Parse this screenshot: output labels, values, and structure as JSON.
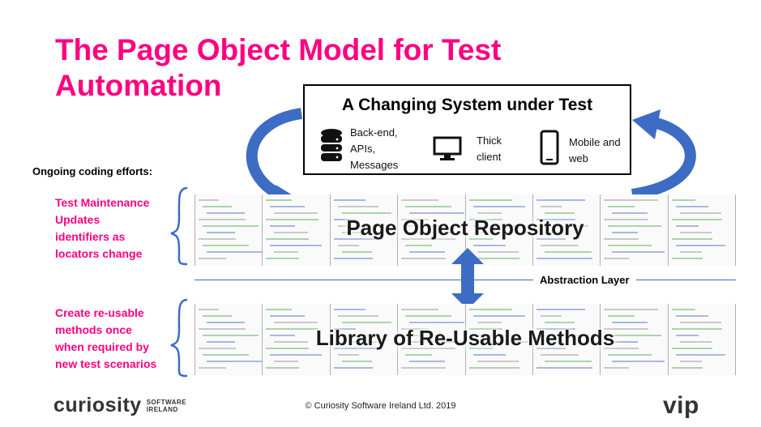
{
  "title_line1": "The Page Object Model for Test",
  "title_line2": "Automation",
  "sut": {
    "title": "A Changing System under Test",
    "items": [
      {
        "icon": "database-icon",
        "label_lines": [
          "Back-end,",
          "APIs,",
          "Messages"
        ]
      },
      {
        "icon": "monitor-icon",
        "label_lines": [
          "Thick",
          "client"
        ]
      },
      {
        "icon": "mobile-phone-icon",
        "label_lines": [
          "Mobile and",
          "web"
        ]
      }
    ]
  },
  "ongoing_label": "Ongoing coding efforts:",
  "maintenance_lines": [
    "Test Maintenance",
    "Updates",
    "identifiers as",
    "locators change"
  ],
  "reuse_lines": [
    "Create re-usable",
    "methods once",
    "when required by",
    "new test scenarios"
  ],
  "repository_label": "Page Object Repository",
  "library_label": "Library of Re-Usable Methods",
  "abstraction_label": "Abstraction Layer",
  "footer": "© Curiosity Software Ireland Ltd. 2019",
  "logo_left": {
    "name": "curiosity",
    "sub_line1": "SOFTWARE",
    "sub_line2": "IRELAND"
  },
  "logo_right": "vip",
  "colors": {
    "accent": "#ff0080",
    "arrow": "#3d6cc4",
    "brace": "#3d6cc4"
  }
}
